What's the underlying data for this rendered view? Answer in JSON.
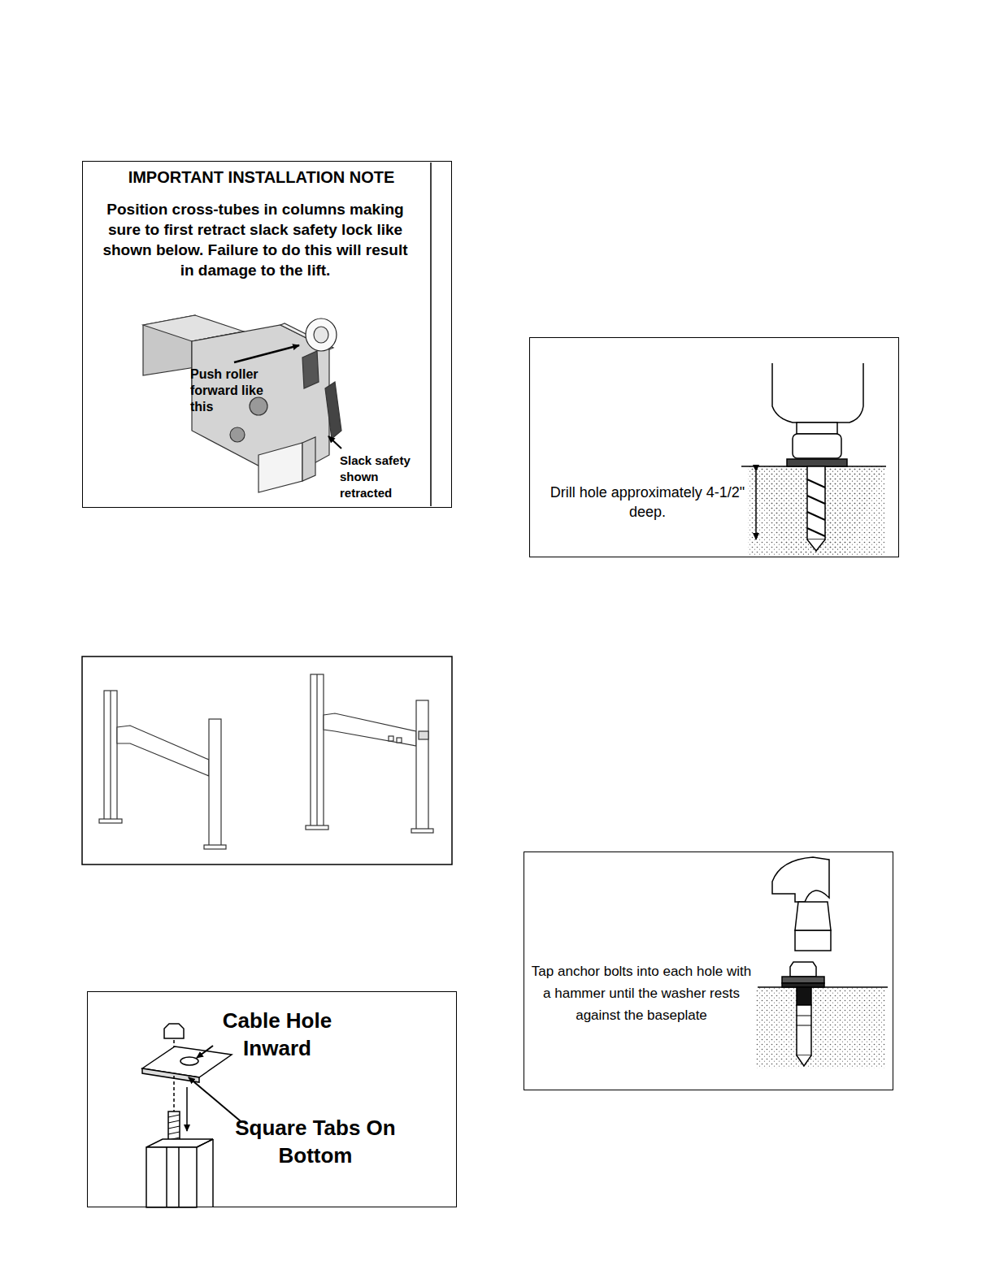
{
  "diagram": {
    "nodes": [
      {
        "text": [
          "IMPORTANT INSTALLATION NOTE",
          "Position cross-tubes in columns making sure to first retract slack safety lock like shown below. Failure to do this will result in damage to the lift.",
          "Push roller forward like this",
          "Slack safety shown retracted"
        ]
      },
      {
        "text": [
          "Cable Hole Inward",
          "Square Tabs On Bottom"
        ]
      },
      {
        "text": [
          "Drill hole approximately 4-1/2\" deep."
        ]
      },
      {
        "text": [
          "Tap anchor bolts into each hole with a hammer until the washer rests against the baseplate"
        ]
      }
    ]
  }
}
